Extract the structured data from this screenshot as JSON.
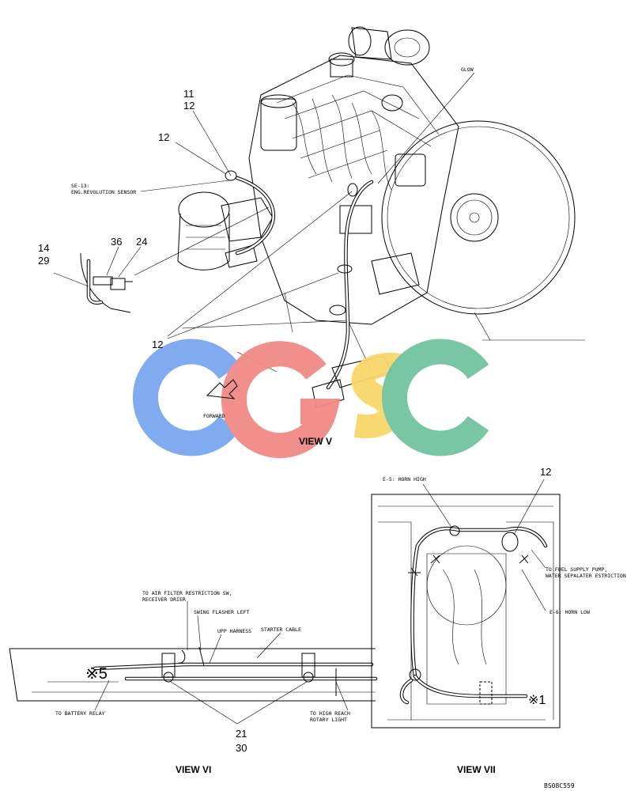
{
  "view_v": {
    "title": "VIEW V",
    "callouts": {
      "c11": "11",
      "c12a": "12",
      "c12b": "12",
      "c14": "14",
      "c29": "29",
      "c36": "36",
      "c24": "24",
      "c12c": "12"
    },
    "notes": {
      "glow": "GLOW",
      "se13_line1": "SE-13:",
      "se13_line2": "ENG.REVOLUTION SENSOR",
      "forward": "FORWARD"
    }
  },
  "view_vi": {
    "title": "VIEW VI",
    "callouts": {
      "c21": "21",
      "c30": "30"
    },
    "mark": "※5",
    "notes": {
      "air_filter_line1": "TO AIR FILTER RESTRICTION SW,",
      "air_filter_line2": "RECEIVER DRIER",
      "swing_flasher": "SWING FLASHER LEFT",
      "upp_harness": "UPP HARNESS",
      "starter_cable": "STARTER CABLE",
      "battery_relay": "TO BATTERY RELAY",
      "high_reach_line1": "TO HIGH REACH",
      "high_reach_line2": "ROTARY LIGHT"
    }
  },
  "view_vii": {
    "title": "VIEW VII",
    "callouts": {
      "c12": "12"
    },
    "mark": "※1",
    "notes": {
      "e5": "E-5: HORN HIGH",
      "e6": "E-6: HORN LOW",
      "fuel_line1": "TO FUEL SUPPLY PUMP,",
      "fuel_line2": "WATER SEPALATER ESTRICTION"
    }
  },
  "watermark": {
    "letters": [
      "C",
      "G",
      "S",
      "C"
    ],
    "colors": [
      "#7aa7f0",
      "#f08a86",
      "#f7d66a",
      "#72c3a0"
    ]
  },
  "code": "BS08C559"
}
